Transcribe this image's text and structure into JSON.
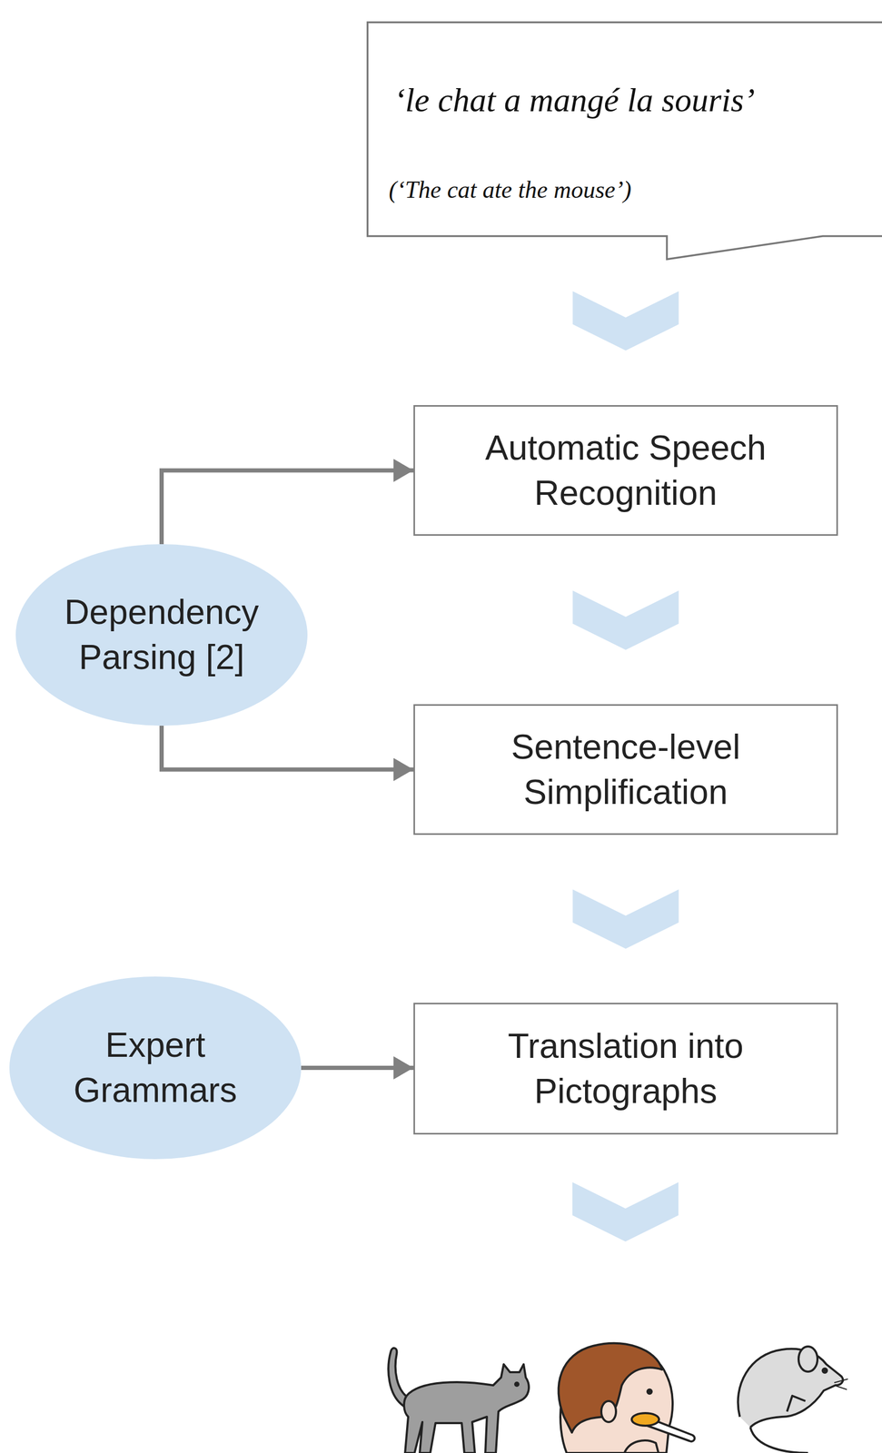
{
  "diagram": {
    "nodes": [
      {
        "text": [
          "‘le chat a mangé la souris’",
          "(‘The cat ate the mouse’)"
        ]
      },
      {
        "text": [
          "Automatic Speech Recognition"
        ]
      },
      {
        "text": [
          "Dependency Parsing [2]"
        ]
      },
      {
        "text": [
          "Sentence-level Simplification"
        ]
      },
      {
        "text": [
          "Expert Grammars"
        ]
      },
      {
        "text": [
          "Translation into Pictographs"
        ]
      }
    ],
    "edges": [
      {
        "from": 0,
        "to": 1,
        "arrow": "to"
      },
      {
        "from": 1,
        "to": 3,
        "arrow": "to"
      },
      {
        "from": 3,
        "to": 5,
        "arrow": "to"
      },
      {
        "from": 2,
        "to": 1,
        "arrow": "to"
      },
      {
        "from": 2,
        "to": 3,
        "arrow": "to"
      },
      {
        "from": 4,
        "to": 5,
        "arrow": "to"
      }
    ]
  }
}
